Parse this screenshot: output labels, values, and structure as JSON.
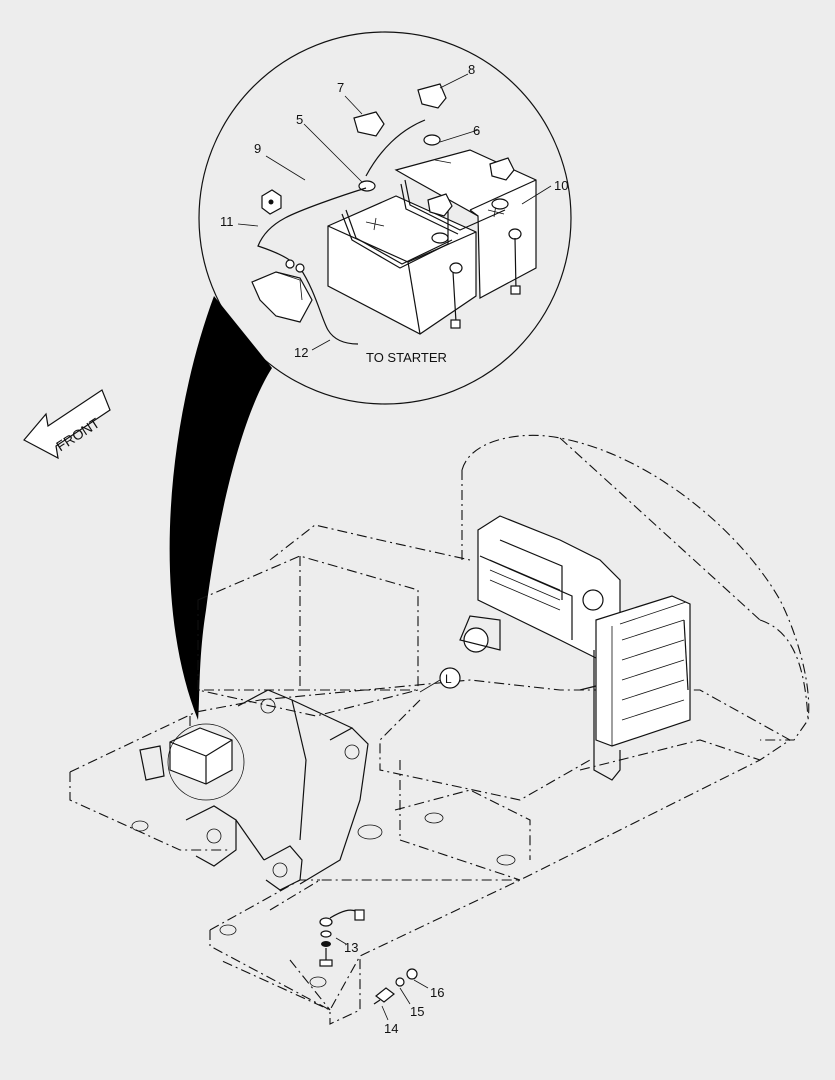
{
  "labels": {
    "front": "FRONT",
    "to_starter": "TO STARTER",
    "view_l": "L"
  },
  "callouts": [
    "5",
    "6",
    "7",
    "8",
    "9",
    "10",
    "11",
    "12",
    "13",
    "14",
    "15",
    "16"
  ]
}
